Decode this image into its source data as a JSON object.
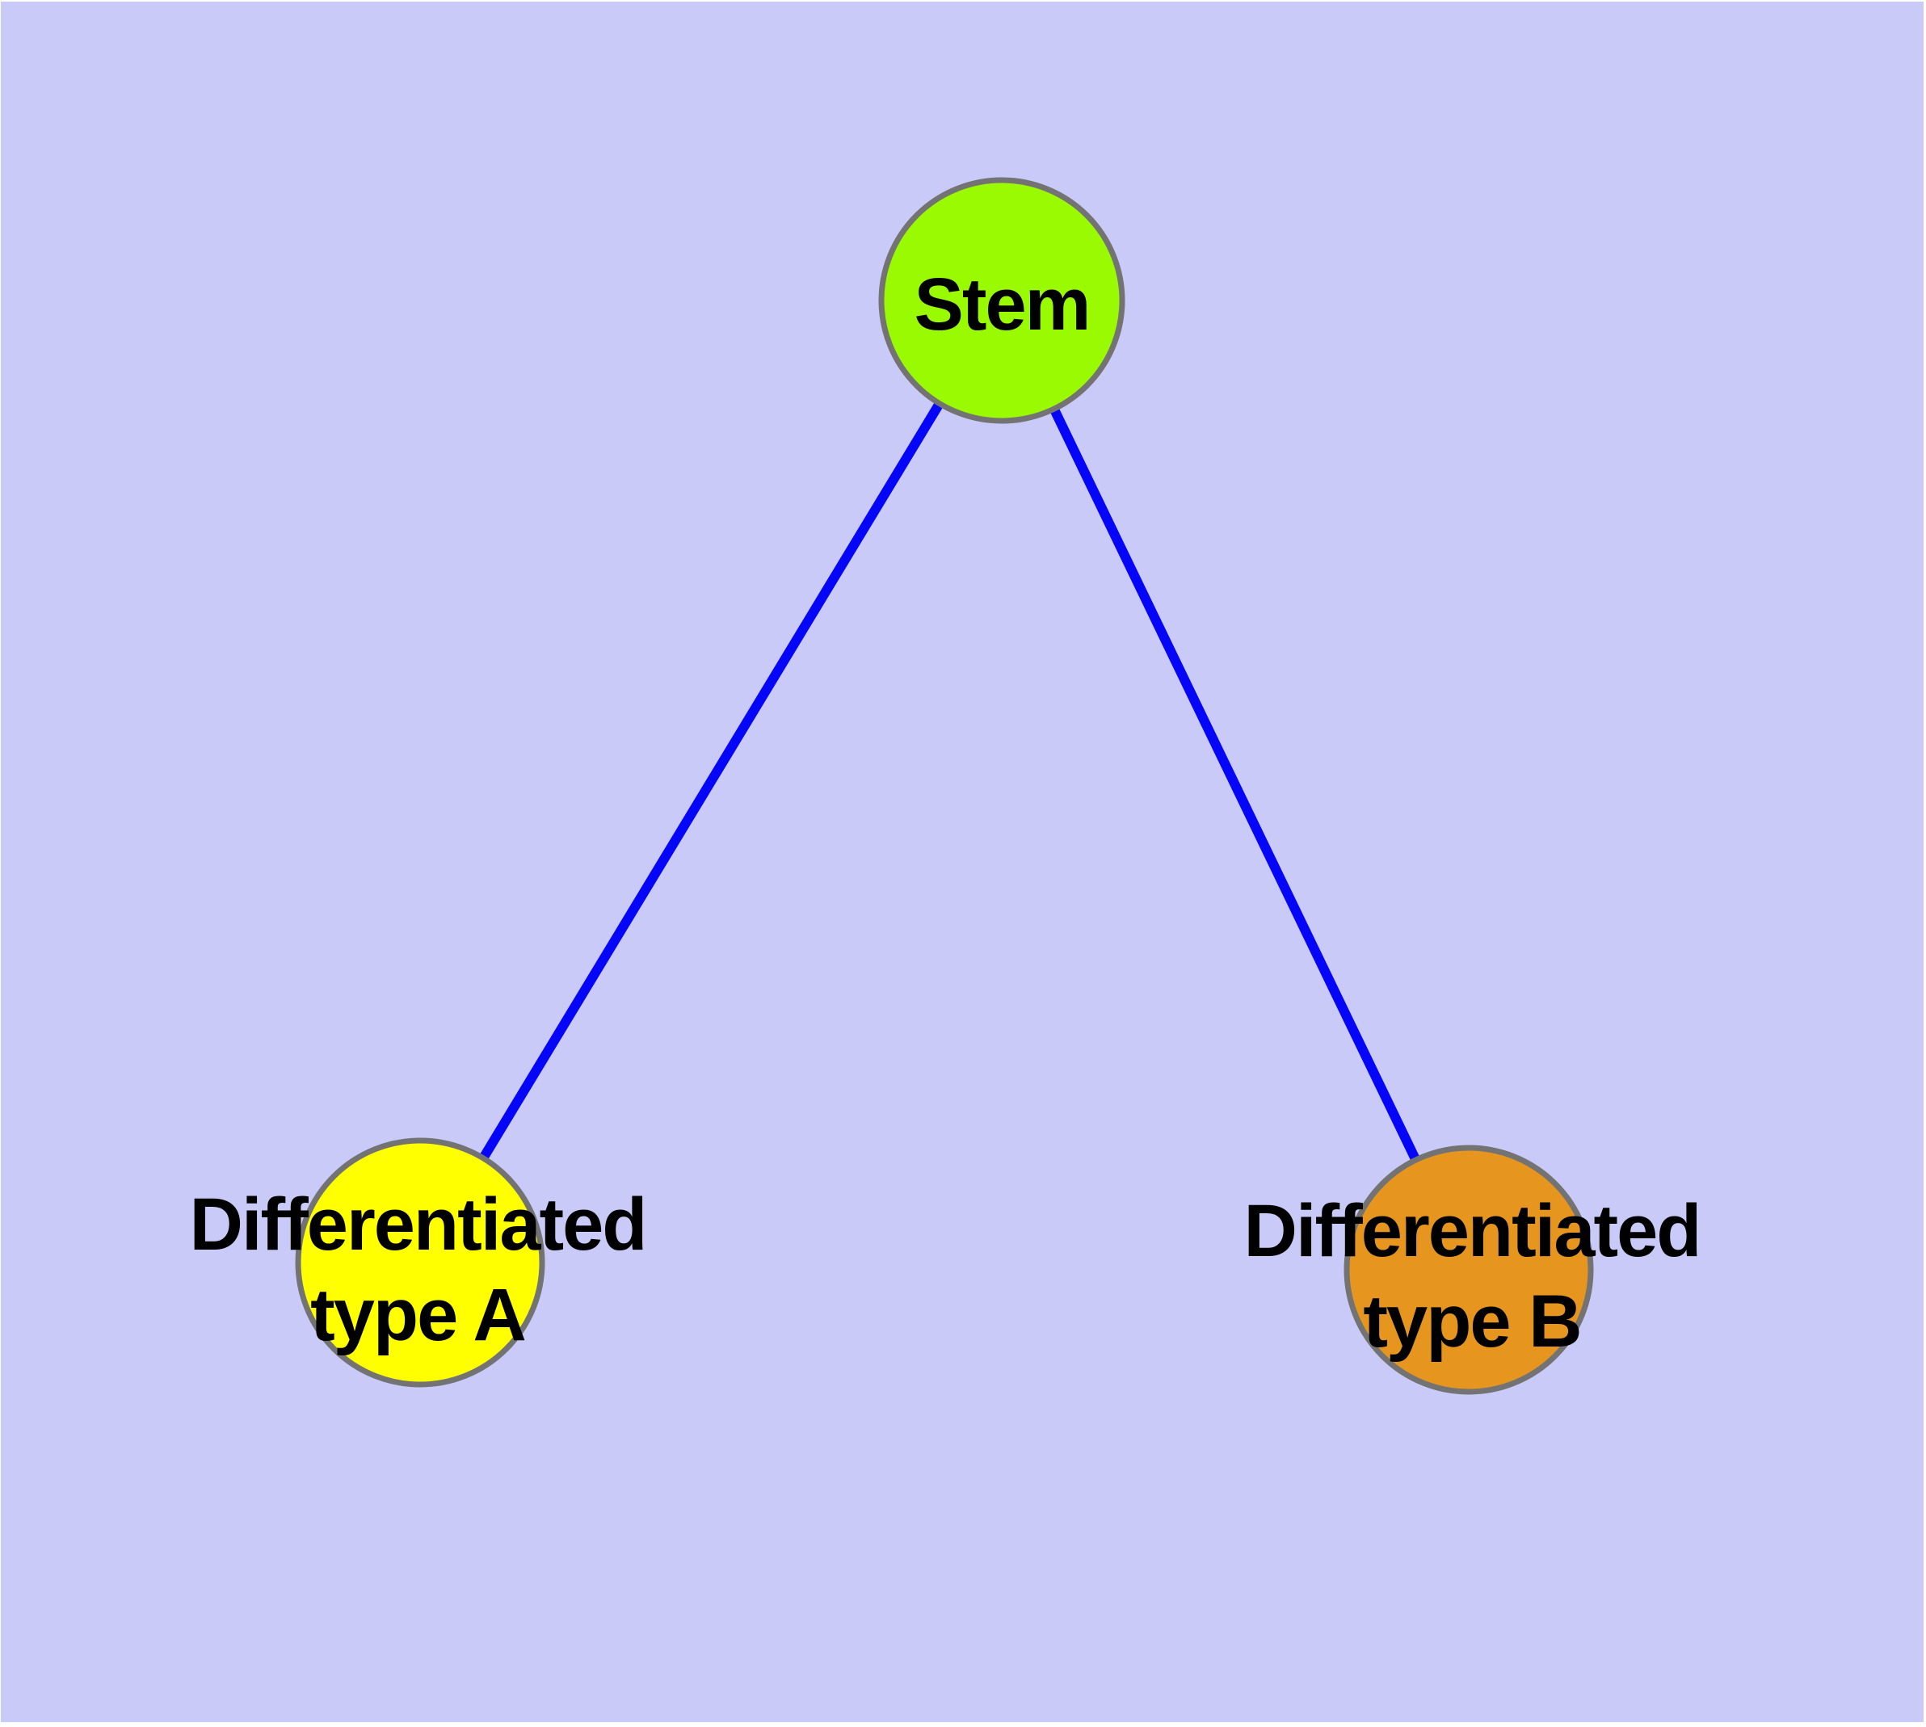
{
  "diagram": {
    "colors": {
      "page_margin": "#ffffff",
      "background": "#cacaf8",
      "edge": "#0505f8",
      "node_border": "#737373",
      "label": "#000000",
      "stem_fill": "#9afa02",
      "type_a_fill": "#ffff00",
      "type_b_fill": "#e6961e"
    },
    "nodes": {
      "stem": {
        "label": "Stem",
        "fill": "#9afa02"
      },
      "type_a": {
        "label_line1": "Differentiated",
        "label_line2": "type A",
        "fill": "#ffff00"
      },
      "type_b": {
        "label_line1": "Differentiated",
        "label_line2": "type B",
        "fill": "#e6961e"
      }
    },
    "edges": [
      {
        "from": "Stem",
        "to": "Differentiated type A"
      },
      {
        "from": "Stem",
        "to": "Differentiated type B"
      }
    ]
  }
}
